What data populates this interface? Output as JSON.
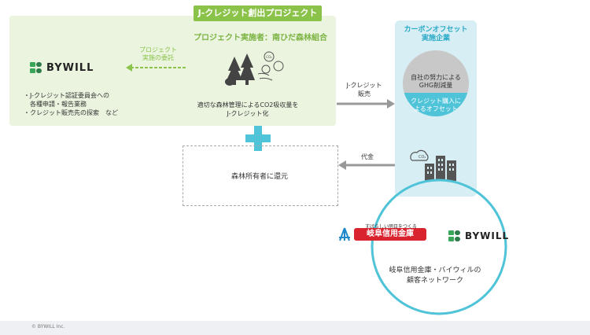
{
  "title_badge": "J-クレジット創出プロジェクト",
  "implementer": "プロジェクト実施者：南ひだ森林組合",
  "delegate_label": [
    "プロジェクト",
    "実施の委託"
  ],
  "bywill_logo": "BYWILL",
  "tasks": [
    "・J-クレジット認証委員会への",
    "　各種申請・報告業務",
    "・クレジット販売先の探索　など"
  ],
  "forest_caption": [
    "適切な森林管理によるCO2吸収量を",
    "J-クレジット化"
  ],
  "co2_bubble": "CO₂",
  "sale_label": [
    "J-クレジット",
    "販売"
  ],
  "price_label": "代金",
  "offset_title": [
    "カーボンオフセット",
    "実施企業"
  ],
  "offset_gray": [
    "自社の努力による",
    "GHG削減量"
  ],
  "offset_blue": [
    "クレジット購入に",
    "よるオフセット"
  ],
  "return_label": "森林所有者に還元",
  "gifu_tagline": "すばらしい明日をつくる",
  "gifu_name": "岐阜信用金庫",
  "network_label": [
    "岐阜信用金庫・バイウィルの",
    "顧客ネットワーク"
  ],
  "footer": "© BYWILL Inc.",
  "colors": {
    "green": "#8bc34a",
    "light_green": "#eaf4df",
    "cyan": "#29a9c6",
    "light_cyan": "#d6eef4",
    "red": "#d9232e"
  }
}
